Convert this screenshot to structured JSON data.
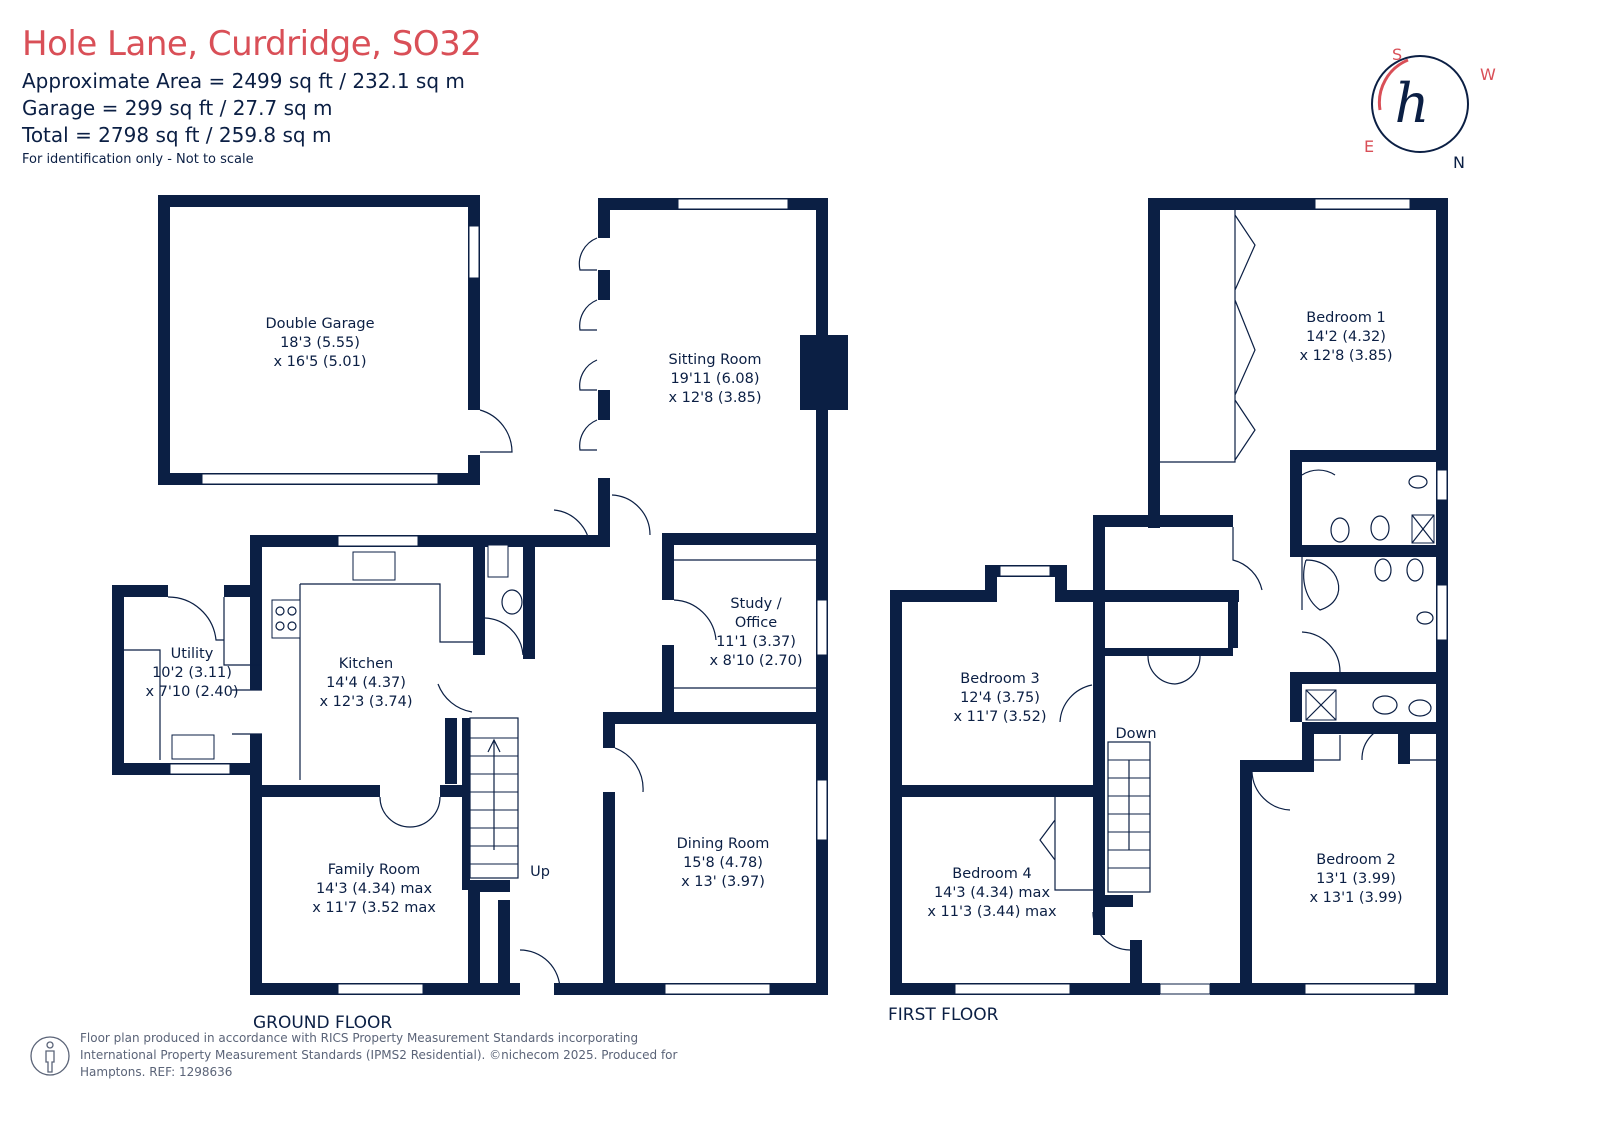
{
  "header": {
    "title": "Hole Lane, Curdridge, SO32",
    "approx_area": "Approximate Area = 2499 sq ft / 232.1 sq m",
    "garage": "Garage = 299 sq ft / 27.7 sq m",
    "total": "Total = 2798 sq ft / 259.8 sq m",
    "note": "For identification only - Not to scale"
  },
  "compass": {
    "logo_letter": "h",
    "s": "S",
    "w": "W",
    "n": "N",
    "e": "E"
  },
  "floors": {
    "ground": "GROUND FLOOR",
    "first": "FIRST FLOOR"
  },
  "rooms": {
    "garage": {
      "name": "Double Garage",
      "l1": "18'3 (5.55)",
      "l2": "x 16'5 (5.01)"
    },
    "sitting": {
      "name": "Sitting Room",
      "l1": "19'11 (6.08)",
      "l2": "x 12'8 (3.85)"
    },
    "study": {
      "name": "Study /",
      "name2": "Office",
      "l1": "11'1 (3.37)",
      "l2": "x 8'10 (2.70)"
    },
    "utility": {
      "name": "Utility",
      "l1": "10'2 (3.11)",
      "l2": "x 7'10 (2.40)"
    },
    "kitchen": {
      "name": "Kitchen",
      "l1": "14'4 (4.37)",
      "l2": "x 12'3 (3.74)"
    },
    "family": {
      "name": "Family Room",
      "l1": "14'3 (4.34) max",
      "l2": "x 11'7 (3.52 max"
    },
    "dining": {
      "name": "Dining Room",
      "l1": "15'8 (4.78)",
      "l2": "x 13' (3.97)"
    },
    "bed1": {
      "name": "Bedroom 1",
      "l1": "14'2 (4.32)",
      "l2": "x 12'8 (3.85)"
    },
    "bed2": {
      "name": "Bedroom 2",
      "l1": "13'1 (3.99)",
      "l2": "x 13'1 (3.99)"
    },
    "bed3": {
      "name": "Bedroom 3",
      "l1": "12'4 (3.75)",
      "l2": "x 11'7 (3.52)"
    },
    "bed4": {
      "name": "Bedroom  4",
      "l1": "14'3 (4.34) max",
      "l2": "x 11'3 (3.44) max"
    }
  },
  "stairs": {
    "up": "Up",
    "down": "Down"
  },
  "footer": {
    "line1": "Floor plan produced in accordance with RICS Property Measurement Standards incorporating",
    "line2": "International Property Measurement Standards (IPMS2 Residential).  ©nichecom 2025.   Produced for",
    "line3": "Hamptons.  REF: 1298636"
  },
  "colors": {
    "wall": "#0b1f44",
    "title": "#d94f57"
  }
}
